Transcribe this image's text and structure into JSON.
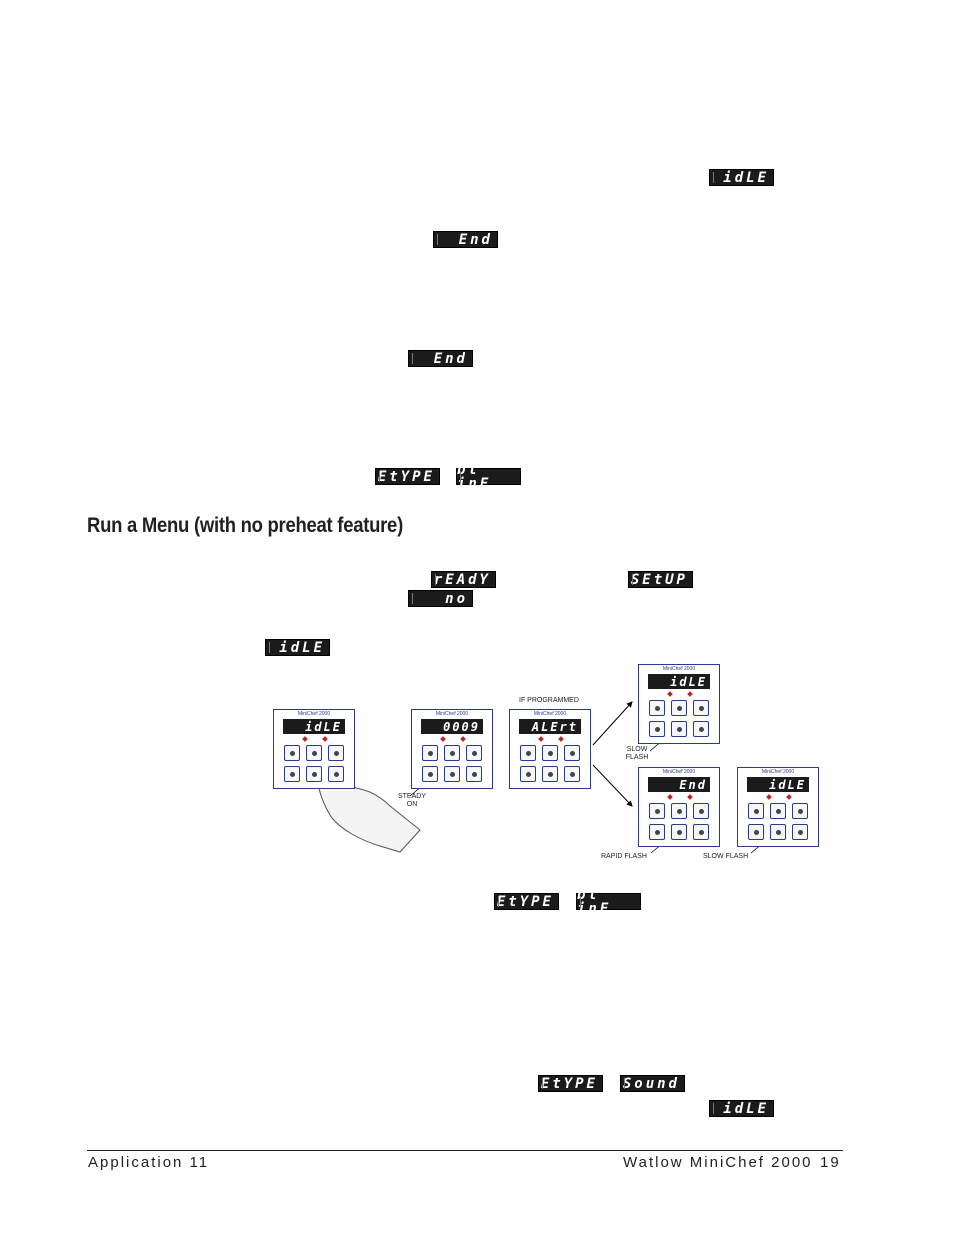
{
  "displays": {
    "d1": "idLE",
    "d2": "End",
    "d3": "End",
    "d4a": "EtYPE",
    "d4b": "bt inE",
    "d5a": "rEAdY",
    "d5b": "SEtUP",
    "d6": "no",
    "d7": "idLE",
    "d8a": "EtYPE",
    "d8b": "bt inE",
    "d9a": "EtYPE",
    "d9b": "Sound",
    "d10": "idLE"
  },
  "section_title": "Run a Menu (with no preheat feature)",
  "figure": {
    "panel_brand": "MiniChef 2000",
    "panels": [
      "idLE",
      "0009",
      "ALErt",
      "idLE",
      "End",
      "idLE"
    ],
    "notes": {
      "steady_on": "STEADY ON",
      "if_programmed": "IF PROGRAMMED",
      "slow_flash_1": "SLOW FLASH",
      "rapid_flash": "RAPID FLASH",
      "slow_flash_2": "SLOW FLASH"
    }
  },
  "footer": {
    "left": "Application 11",
    "right_brand": "Watlow MiniChef 2000",
    "page_number": "19"
  },
  "colors": {
    "panel_border": "#2a3a8c",
    "indicator": "#c0242b",
    "lcd": "#1b1b1b"
  }
}
